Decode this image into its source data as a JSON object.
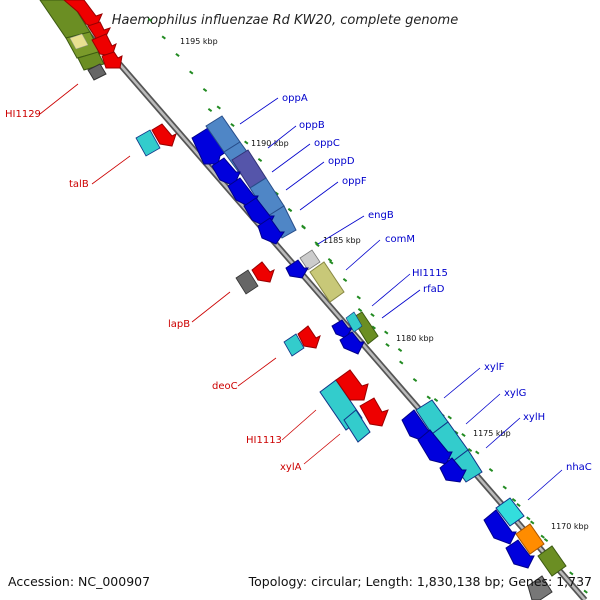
{
  "title": "Haemophilus influenzae Rd KW20, complete genome",
  "accession_text": "Accession: NC_000907",
  "summary_text": "Topology: circular; Length: 1,830,138 bp; Genes: 1,737",
  "ticks": [
    {
      "label": "1195 kbp"
    },
    {
      "label": "1190 kbp"
    },
    {
      "label": "1185 kbp"
    },
    {
      "label": "1180 kbp"
    },
    {
      "label": "1175 kbp"
    },
    {
      "label": "1170 kbp"
    }
  ],
  "gene_labels_right": [
    {
      "label": "oppA",
      "color": "#0000cc"
    },
    {
      "label": "oppB",
      "color": "#0000cc"
    },
    {
      "label": "oppC",
      "color": "#0000cc"
    },
    {
      "label": "oppD",
      "color": "#0000cc"
    },
    {
      "label": "oppF",
      "color": "#0000cc"
    },
    {
      "label": "engB",
      "color": "#0000cc"
    },
    {
      "label": "comM",
      "color": "#0000cc"
    },
    {
      "label": "HI1115",
      "color": "#0000cc"
    },
    {
      "label": "rfaD",
      "color": "#0000cc"
    },
    {
      "label": "xylF",
      "color": "#0000cc"
    },
    {
      "label": "xylG",
      "color": "#0000cc"
    },
    {
      "label": "xylH",
      "color": "#0000cc"
    },
    {
      "label": "nhaC",
      "color": "#0000cc"
    }
  ],
  "gene_labels_left": [
    {
      "label": "HI1129",
      "color": "#cc0000"
    },
    {
      "label": "talB",
      "color": "#cc0000"
    },
    {
      "label": "lapB",
      "color": "#cc0000"
    },
    {
      "label": "deoC",
      "color": "#cc0000"
    },
    {
      "label": "HI1113",
      "color": "#cc0000"
    },
    {
      "label": "xylA",
      "color": "#cc0000"
    }
  ],
  "colors": {
    "backbone": "#888888",
    "tick_dots": "#228b22",
    "forward_gene": "#0000ee",
    "reverse_gene": "#ee0000",
    "cds_cyan": "#33cccc",
    "cds_steel": "#4682b4",
    "cds_olive": "#bbbb66",
    "cds_green": "#558b2f",
    "cds_grey": "#666666",
    "cds_orange": "#ff8c00"
  }
}
